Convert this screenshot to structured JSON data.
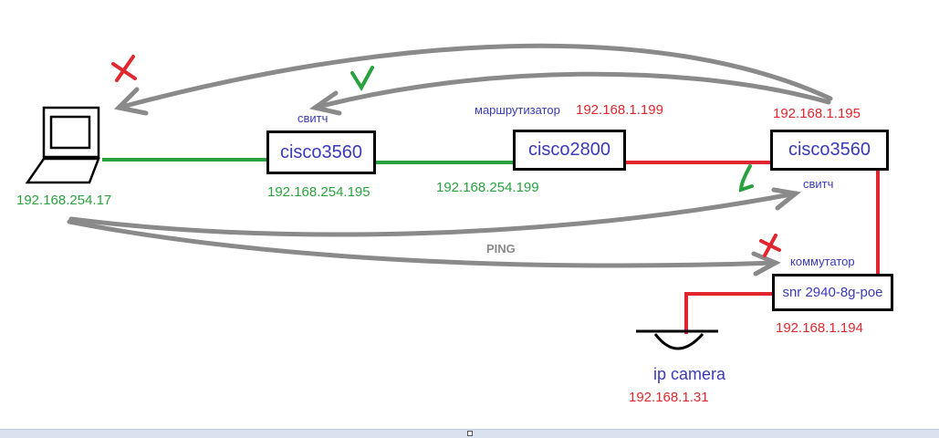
{
  "devices": {
    "pc_ip": "192.168.254.17",
    "switch1": {
      "name": "cisco3560",
      "label": "свитч",
      "ip": "192.168.254.195"
    },
    "router": {
      "name": "cisco2800",
      "label": "маршрутизатор",
      "ip_lan": "192.168.1.199",
      "ip_wan": "192.168.254.199"
    },
    "switch2": {
      "name": "cisco3560",
      "label": "свитч",
      "ip": "192.168.1.195"
    },
    "poe_switch": {
      "name": "snr 2940-8g-poe",
      "label": "коммутатор",
      "ip": "192.168.1.194"
    },
    "camera": {
      "name": "ip camera",
      "ip": "192.168.1.31"
    }
  },
  "ping_label": "PING",
  "colors": {
    "green": "#2aa13f",
    "red": "#e0262e",
    "blue": "#3a3ab8",
    "gray": "#8a8a8a",
    "black": "#000000"
  }
}
